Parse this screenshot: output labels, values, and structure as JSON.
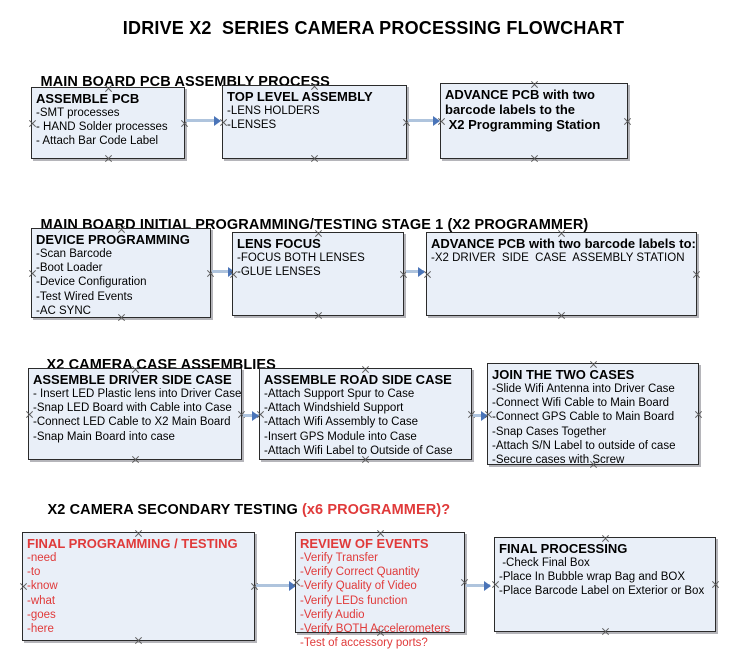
{
  "document": {
    "title": "IDRIVE X2  SERIES CAMERA PROCESSING FLOWCHART",
    "accent_color": "#E03A3A",
    "node_fill": "#E9EFF8",
    "node_border": "#2b2b2b",
    "connector_color": "#AFC4DD",
    "arrow_color": "#4A74B8"
  },
  "sections": [
    {
      "id": "main-board-pcb-assembly-process",
      "heading": "MAIN BOARD PCB ASSEMBLY PROCESS",
      "heading_accent": "",
      "nodes": [
        {
          "id": "assemble-pcb",
          "title": "ASSEMBLE PCB",
          "lines": [
            "-SMT processes",
            "- HAND Solder processes",
            "- Attach Bar Code Label"
          ],
          "red": false
        },
        {
          "id": "top-level-assembly",
          "title": "TOP LEVEL ASSEMBLY",
          "lines": [
            "-LENS HOLDERS",
            "-LENSES"
          ],
          "red": false
        },
        {
          "id": "advance-pcb-to-x2-programming-station",
          "title": "ADVANCE PCB with two",
          "title_lines": [
            "ADVANCE PCB with two",
            "barcode labels to the",
            " X2 Programming Station"
          ],
          "lines": [],
          "red": false
        }
      ]
    },
    {
      "id": "main-board-initial-programming-testing-stage-1",
      "heading": "MAIN BOARD INITIAL PROGRAMMING/TESTING STAGE 1 (X2 PROGRAMMER)",
      "heading_accent": "",
      "nodes": [
        {
          "id": "device-programming",
          "title": "DEVICE PROGRAMMING",
          "lines": [
            "-Scan Barcode",
            "-Boot Loader",
            "-Device Configuration",
            "-Test Wired Events",
            "-AC SYNC"
          ],
          "red": false
        },
        {
          "id": "lens-focus",
          "title": "LENS FOCUS",
          "lines": [
            "-FOCUS BOTH LENSES",
            "-GLUE LENSES"
          ],
          "red": false
        },
        {
          "id": "advance-pcb-to-driver-side-case-assembly",
          "title": "ADVANCE PCB with two barcode labels to:",
          "lines": [
            "-X2 DRIVER  SIDE  CASE  ASSEMBLY STATION"
          ],
          "red": false
        }
      ]
    },
    {
      "id": "x2-camera-case-assemblies",
      "heading": "X2 CAMERA CASE ASSEMBLIES",
      "heading_accent": "",
      "nodes": [
        {
          "id": "assemble-driver-side-case",
          "title": "ASSEMBLE DRIVER SIDE CASE",
          "lines": [
            "- Insert LED Plastic lens into Driver Case",
            "-Snap LED Board with Cable into Case",
            "-Connect LED Cable to X2 Main Board",
            "-Snap Main Board into case"
          ],
          "red": false
        },
        {
          "id": "assemble-road-side-case",
          "title": "ASSEMBLE ROAD SIDE CASE",
          "lines": [
            "-Attach Support Spur to Case",
            "-Attach Windshield Support",
            "-Attach Wifi Assembly to Case",
            "-Insert GPS Module into Case",
            "-Attach Wifi Label to Outside of Case"
          ],
          "red": false
        },
        {
          "id": "join-the-two-cases",
          "title": "JOIN THE TWO CASES",
          "lines": [
            "-Slide Wifi Antenna into Driver Case",
            "-Connect Wifi Cable to Main Board",
            "-Connect GPS Cable to Main Board",
            "-Snap Cases Together",
            "-Attach S/N Label to outside of case",
            "-Secure cases with Screw"
          ],
          "red": false
        }
      ]
    },
    {
      "id": "x2-camera-secondary-testing",
      "heading": "X2 CAMERA SECONDARY TESTING ",
      "heading_accent": "(x6 PROGRAMMER)?",
      "nodes": [
        {
          "id": "final-programming-testing",
          "title": "FINAL PROGRAMMING / TESTING",
          "lines": [
            "-need",
            "-to",
            "-know",
            "-what",
            "-goes",
            "-here"
          ],
          "red": true
        },
        {
          "id": "review-of-events",
          "title": "REVIEW OF EVENTS",
          "lines": [
            "-Verify Transfer",
            "-Verify Correct Quantity",
            "-Verify Quality of Video",
            "-Verify LEDs function",
            "-Verify Audio",
            "-Verify BOTH Accelerometers",
            "-Test of accessory ports?"
          ],
          "red": true
        },
        {
          "id": "final-processing",
          "title": "FINAL PROCESSING",
          "lines": [
            " -Check Final Box",
            "-Place In Bubble wrap Bag and BOX",
            "-Place Barcode Label on Exterior or Box"
          ],
          "red": false
        }
      ]
    }
  ]
}
